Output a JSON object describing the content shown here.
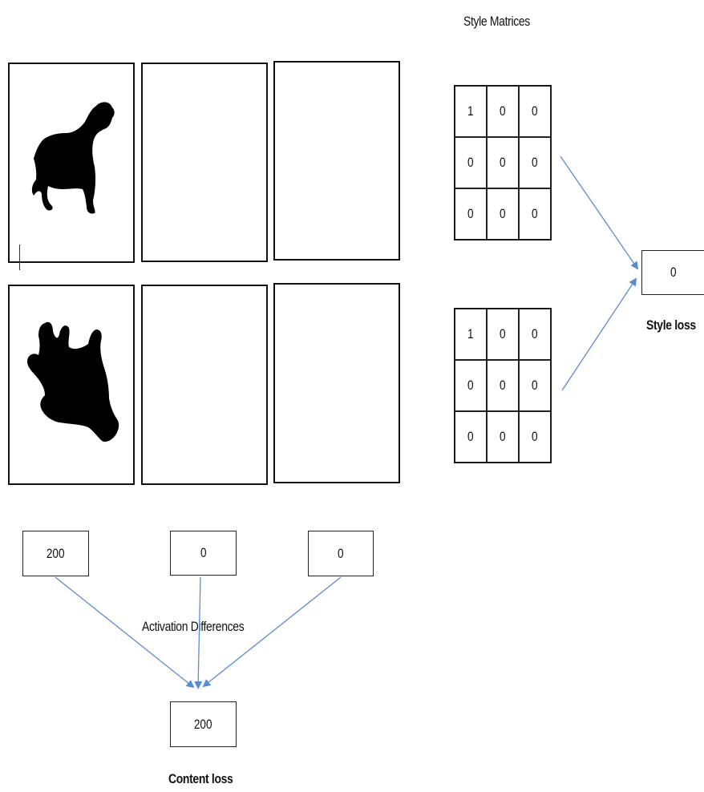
{
  "style_matrices_title": "Style Matrices",
  "style_matrix_top": [
    [
      "1",
      "0",
      "0"
    ],
    [
      "0",
      "0",
      "0"
    ],
    [
      "0",
      "0",
      "0"
    ]
  ],
  "style_matrix_bottom": [
    [
      "1",
      "0",
      "0"
    ],
    [
      "0",
      "0",
      "0"
    ],
    [
      "0",
      "0",
      "0"
    ]
  ],
  "style_loss_value": "0",
  "style_loss_label": "Style loss",
  "activation_differences": [
    "200",
    "0",
    "0"
  ],
  "activation_differences_label": "Activation Differences",
  "content_loss_value": "200",
  "content_loss_label": "Content loss",
  "images": {
    "top_row": [
      "dog-silhouette-icon",
      "blank",
      "blank"
    ],
    "bottom_row": [
      "dog-silhouette-rotated-icon",
      "blank",
      "blank"
    ]
  },
  "colors": {
    "arrow": "#5b8bd4",
    "frame": "#111111",
    "silhouette": "#000000"
  }
}
